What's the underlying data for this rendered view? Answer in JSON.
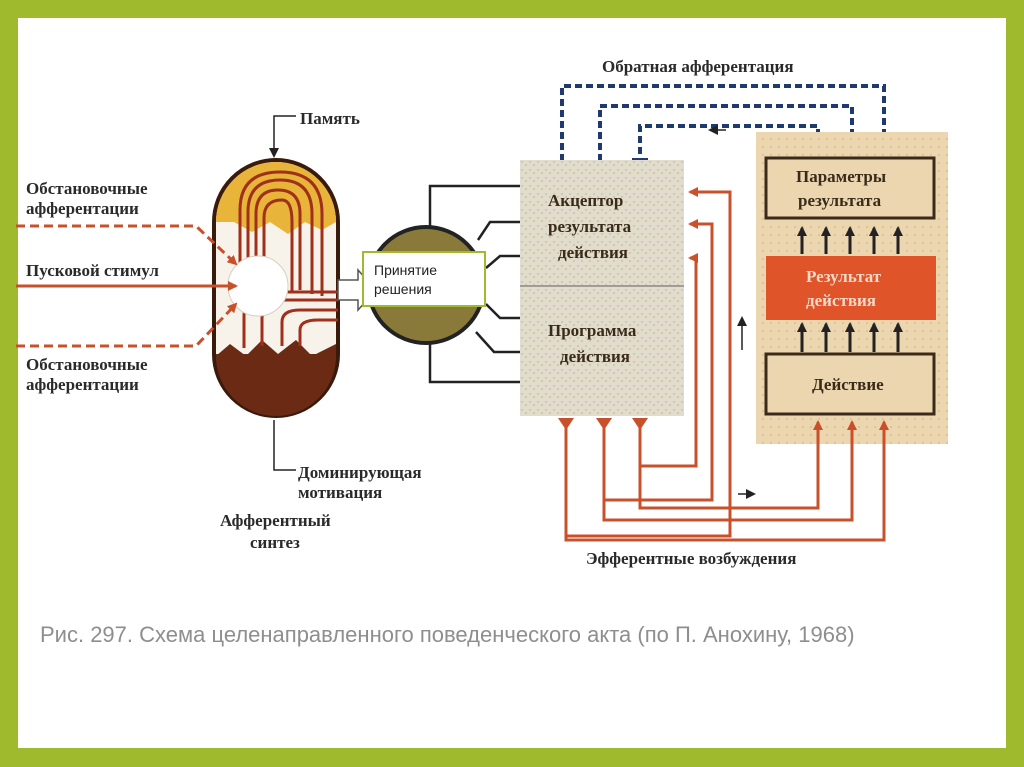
{
  "labels": {
    "feedback": "Обратная афферентация",
    "memory": "Память",
    "situational_top_line1": "Обстановочные",
    "situational_top_line2": "афферентации",
    "trigger": "Пусковой стимул",
    "situational_bottom_line1": "Обстановочные",
    "situational_bottom_line2": "афферентации",
    "motivation_line1": "Доминирующая",
    "motivation_line2": "мотивация",
    "synthesis_line1": "Афферентный",
    "synthesis_line2": "синтез",
    "decision_line1": "Принятие",
    "decision_line2": "решения",
    "acceptor_line1": "Акцептор",
    "acceptor_line2": "результата",
    "acceptor_line3": "действия",
    "program_line1": "Программа",
    "program_line2": "действия",
    "params_line1": "Параметры",
    "params_line2": "результата",
    "result_line1": "Результат",
    "result_line2": "действия",
    "action": "Действие",
    "efferent": "Эфферентные возбуждения"
  },
  "caption": "Рис. 297. Схема целенаправленного поведенческого акта (по П. Анохину, 1968)",
  "colors": {
    "frame": "#9fba2d",
    "arrow_red": "#c8502a",
    "dashed_blue": "#1e3a6e",
    "result_box": "#e0542a",
    "action_panel": "#e8cfa8",
    "acceptor_panel": "#dcd6c2",
    "motivation_fill": "#6a2a14",
    "memory_fill": "#e8b43a"
  }
}
